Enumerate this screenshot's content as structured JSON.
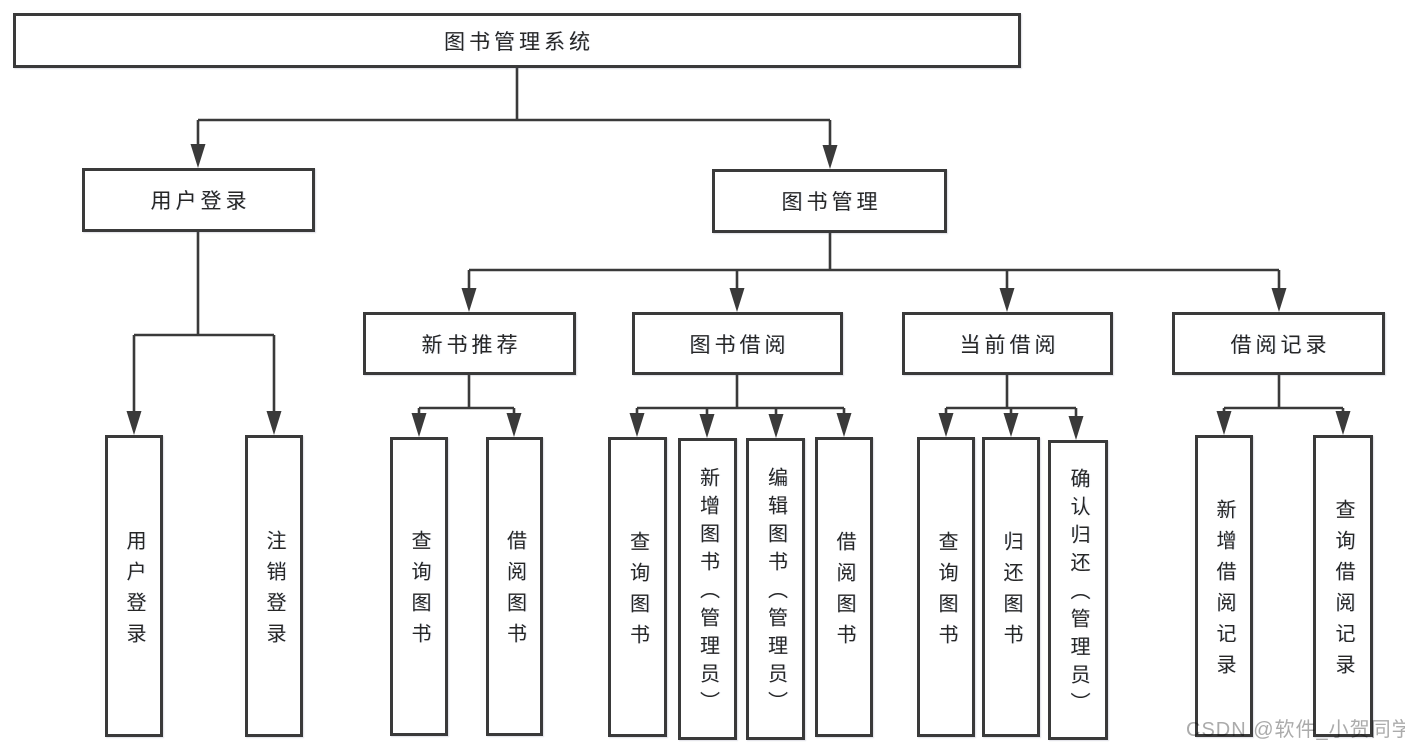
{
  "diagram": {
    "type": "hierarchy-diagram",
    "colors": {
      "line": "#3a3a3a",
      "box_border": "#3a3a3a",
      "box_fill": "#ffffff",
      "text": "#262626",
      "watermark": "#ababab",
      "background": "#ffffff"
    },
    "tree": {
      "label": "图书管理系统",
      "children": [
        {
          "label": "用户登录",
          "children": [
            {
              "label": "用户登录"
            },
            {
              "label": "注销登录"
            }
          ]
        },
        {
          "label": "图书管理",
          "children": [
            {
              "label": "新书推荐",
              "children": [
                {
                  "label": "查询图书"
                },
                {
                  "label": "借阅图书"
                }
              ]
            },
            {
              "label": "图书借阅",
              "children": [
                {
                  "label": "查询图书"
                },
                {
                  "label": "新增图书（管理员）"
                },
                {
                  "label": "编辑图书（管理员）"
                },
                {
                  "label": "借阅图书"
                }
              ]
            },
            {
              "label": "当前借阅",
              "children": [
                {
                  "label": "查询图书"
                },
                {
                  "label": "归还图书"
                },
                {
                  "label": "确认归还（管理员）"
                }
              ]
            },
            {
              "label": "借阅记录",
              "children": [
                {
                  "label": "新增借阅记录"
                },
                {
                  "label": "查询借阅记录"
                }
              ]
            }
          ]
        }
      ]
    },
    "watermark": {
      "text": "CSDN @软件_小贺同学"
    }
  }
}
